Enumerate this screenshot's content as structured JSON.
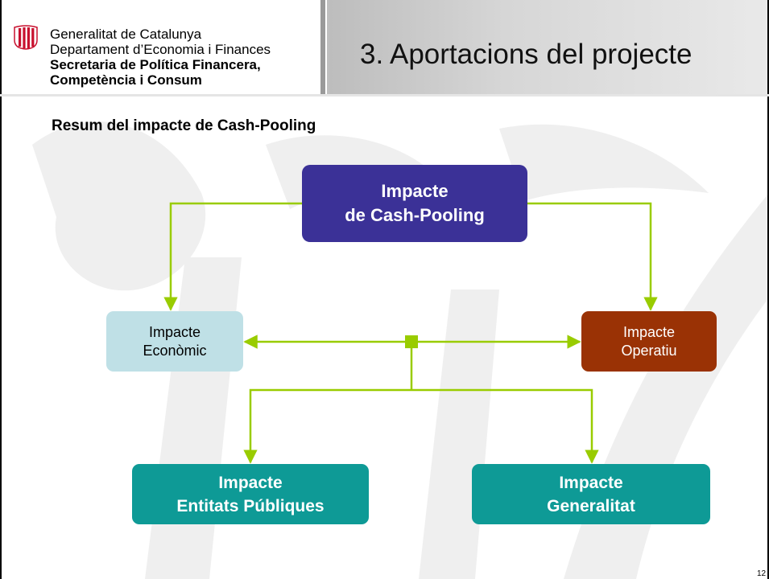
{
  "header": {
    "org_lines": [
      "Generalitat de Catalunya",
      "Departament d’Economia i Finances",
      "Secretaria de Política Financera,",
      "Competència i Consum"
    ],
    "title": "3. Aportacions del projecte"
  },
  "subtitle": "Resum del impacte de Cash-Pooling",
  "diagram": {
    "root": {
      "line1": "Impacte",
      "line2": "de Cash-Pooling",
      "color": "#3b3197"
    },
    "economic": {
      "line1": "Impacte",
      "line2": "Econòmic",
      "color": "#bfe0e6"
    },
    "operational": {
      "line1": "Impacte",
      "line2": "Operatiu",
      "color": "#9a3205"
    },
    "public_entities": {
      "line1": "Impacte",
      "line2": "Entitats Públiques",
      "color": "#0e9a96"
    },
    "generalitat": {
      "line1": "Impacte",
      "line2": "Generalitat",
      "color": "#0e9a96"
    },
    "connector_color": "#99cc00"
  },
  "page_number": "12",
  "icons": {
    "logo": "generalitat-logo-icon"
  }
}
